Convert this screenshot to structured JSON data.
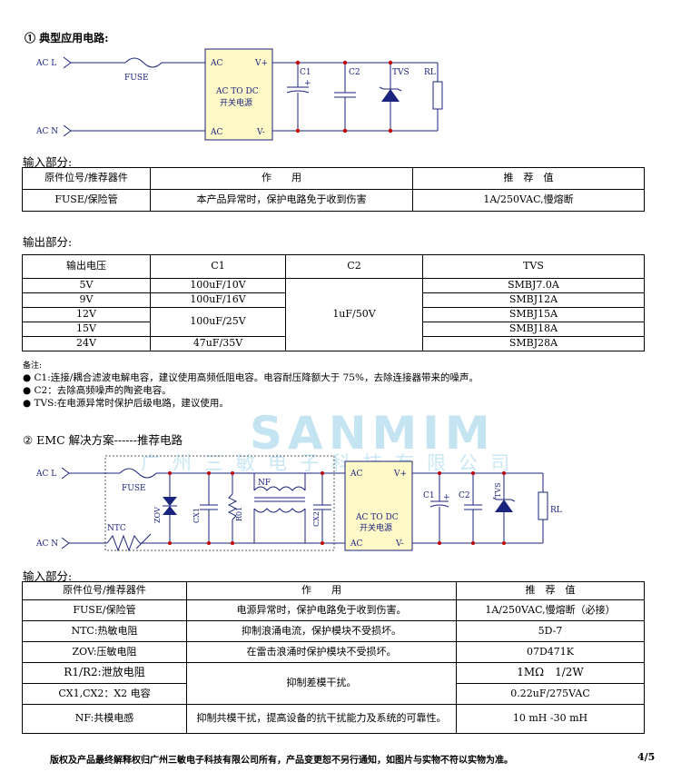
{
  "section1": {
    "title": "① 典型应用电路:",
    "circuit": {
      "ac_l": "AC L",
      "ac_n": "AC N",
      "fuse": "FUSE",
      "ac_top": "AC",
      "v_plus": "V+",
      "module_en": "AC TO DC",
      "module_cn": "开关电源",
      "ac_bottom": "AC",
      "v_minus": "V-",
      "c1": "C1",
      "c2": "C2",
      "tvs": "TVS",
      "rl": "RL",
      "plus": "+"
    }
  },
  "input1": {
    "title": "输入部分:",
    "headers": [
      "原件位号/推荐器件",
      "作　　用",
      "推　荐　值"
    ],
    "rows": [
      [
        "FUSE/保险管",
        "本产品异常时，保护电路免于收到伤害",
        "1A/250VAC,慢熔断"
      ]
    ]
  },
  "output1": {
    "title": "输出部分:",
    "headers": [
      "输出电压",
      "C1",
      "C2",
      "TVS"
    ],
    "voltages": [
      "5V",
      "9V",
      "12V",
      "15V",
      "24V"
    ],
    "c1": [
      "100uF/10V",
      "100uF/16V",
      "100uF/25V",
      "47uF/35V"
    ],
    "c2": "1uF/50V",
    "tvs": [
      "SMBJ7.0A",
      "SMBJ12A",
      "SMBJ15A",
      "SMBJ18A",
      "SMBJ28A"
    ]
  },
  "notes": {
    "label": "备注:",
    "items": [
      "C1:连接/耦合滤波电解电容，建议使用高频低阻电容。电容耐压降额大于 75%，去除连接器带来的噪声。",
      "C2：去除高频噪声的陶瓷电容。",
      "TVS:在电源异常时保护后级电路，建议使用。"
    ]
  },
  "watermark": {
    "brand": "SANMIM",
    "company": "广州三敏电子科技有限公司"
  },
  "section2": {
    "title": "② EMC 解决方案------推荐电路",
    "circuit": {
      "ac_l": "AC L",
      "ac_n": "AC N",
      "fuse": "FUSE",
      "ntc": "NTC",
      "zov": "ZOV",
      "cx1": "CX1",
      "r01": "R01",
      "nf": "NF",
      "cx2": "CX2",
      "ac_top": "AC",
      "v_plus": "V+",
      "module_en": "AC TO DC",
      "module_cn": "开关电源",
      "ac_bottom": "AC",
      "v_minus": "V-",
      "c1": "C1",
      "c2": "C2",
      "tvs": "TVS",
      "rl": "RL",
      "plus": "+"
    }
  },
  "input2": {
    "title": "输入部分:",
    "headers": [
      "原件位号/推荐器件",
      "作　　用",
      "推　荐　值"
    ],
    "rows": [
      [
        "FUSE/保险管",
        "电源异常时，保护电路免于收到伤害。",
        "1A/250VAC,慢熔断（必接）"
      ],
      [
        "NTC:热敏电阻",
        "抑制浪涌电流，保护模块不受损坏。",
        "5D-7"
      ],
      [
        "ZOV:压敏电阻",
        "在雷击浪涌时保护模块不受损坏。",
        "07D471K"
      ],
      [
        "R1/R2:泄放电阻",
        "抑制差模干扰。",
        "1MΩ　1/2W"
      ],
      [
        "CX1,CX2：X2 电容",
        "",
        "0.22uF/275VAC"
      ],
      [
        "NF:共模电感",
        "抑制共模干扰，提高设备的抗干扰能力及系统的可靠性。",
        "10 mH -30 mH"
      ]
    ]
  },
  "footer": {
    "text": "版权及产品最终解释权归广州三敏电子科技有限公司所有，产品变更恕不另行通知，如图片与实物不符以实物为准。",
    "page": "4/5"
  }
}
